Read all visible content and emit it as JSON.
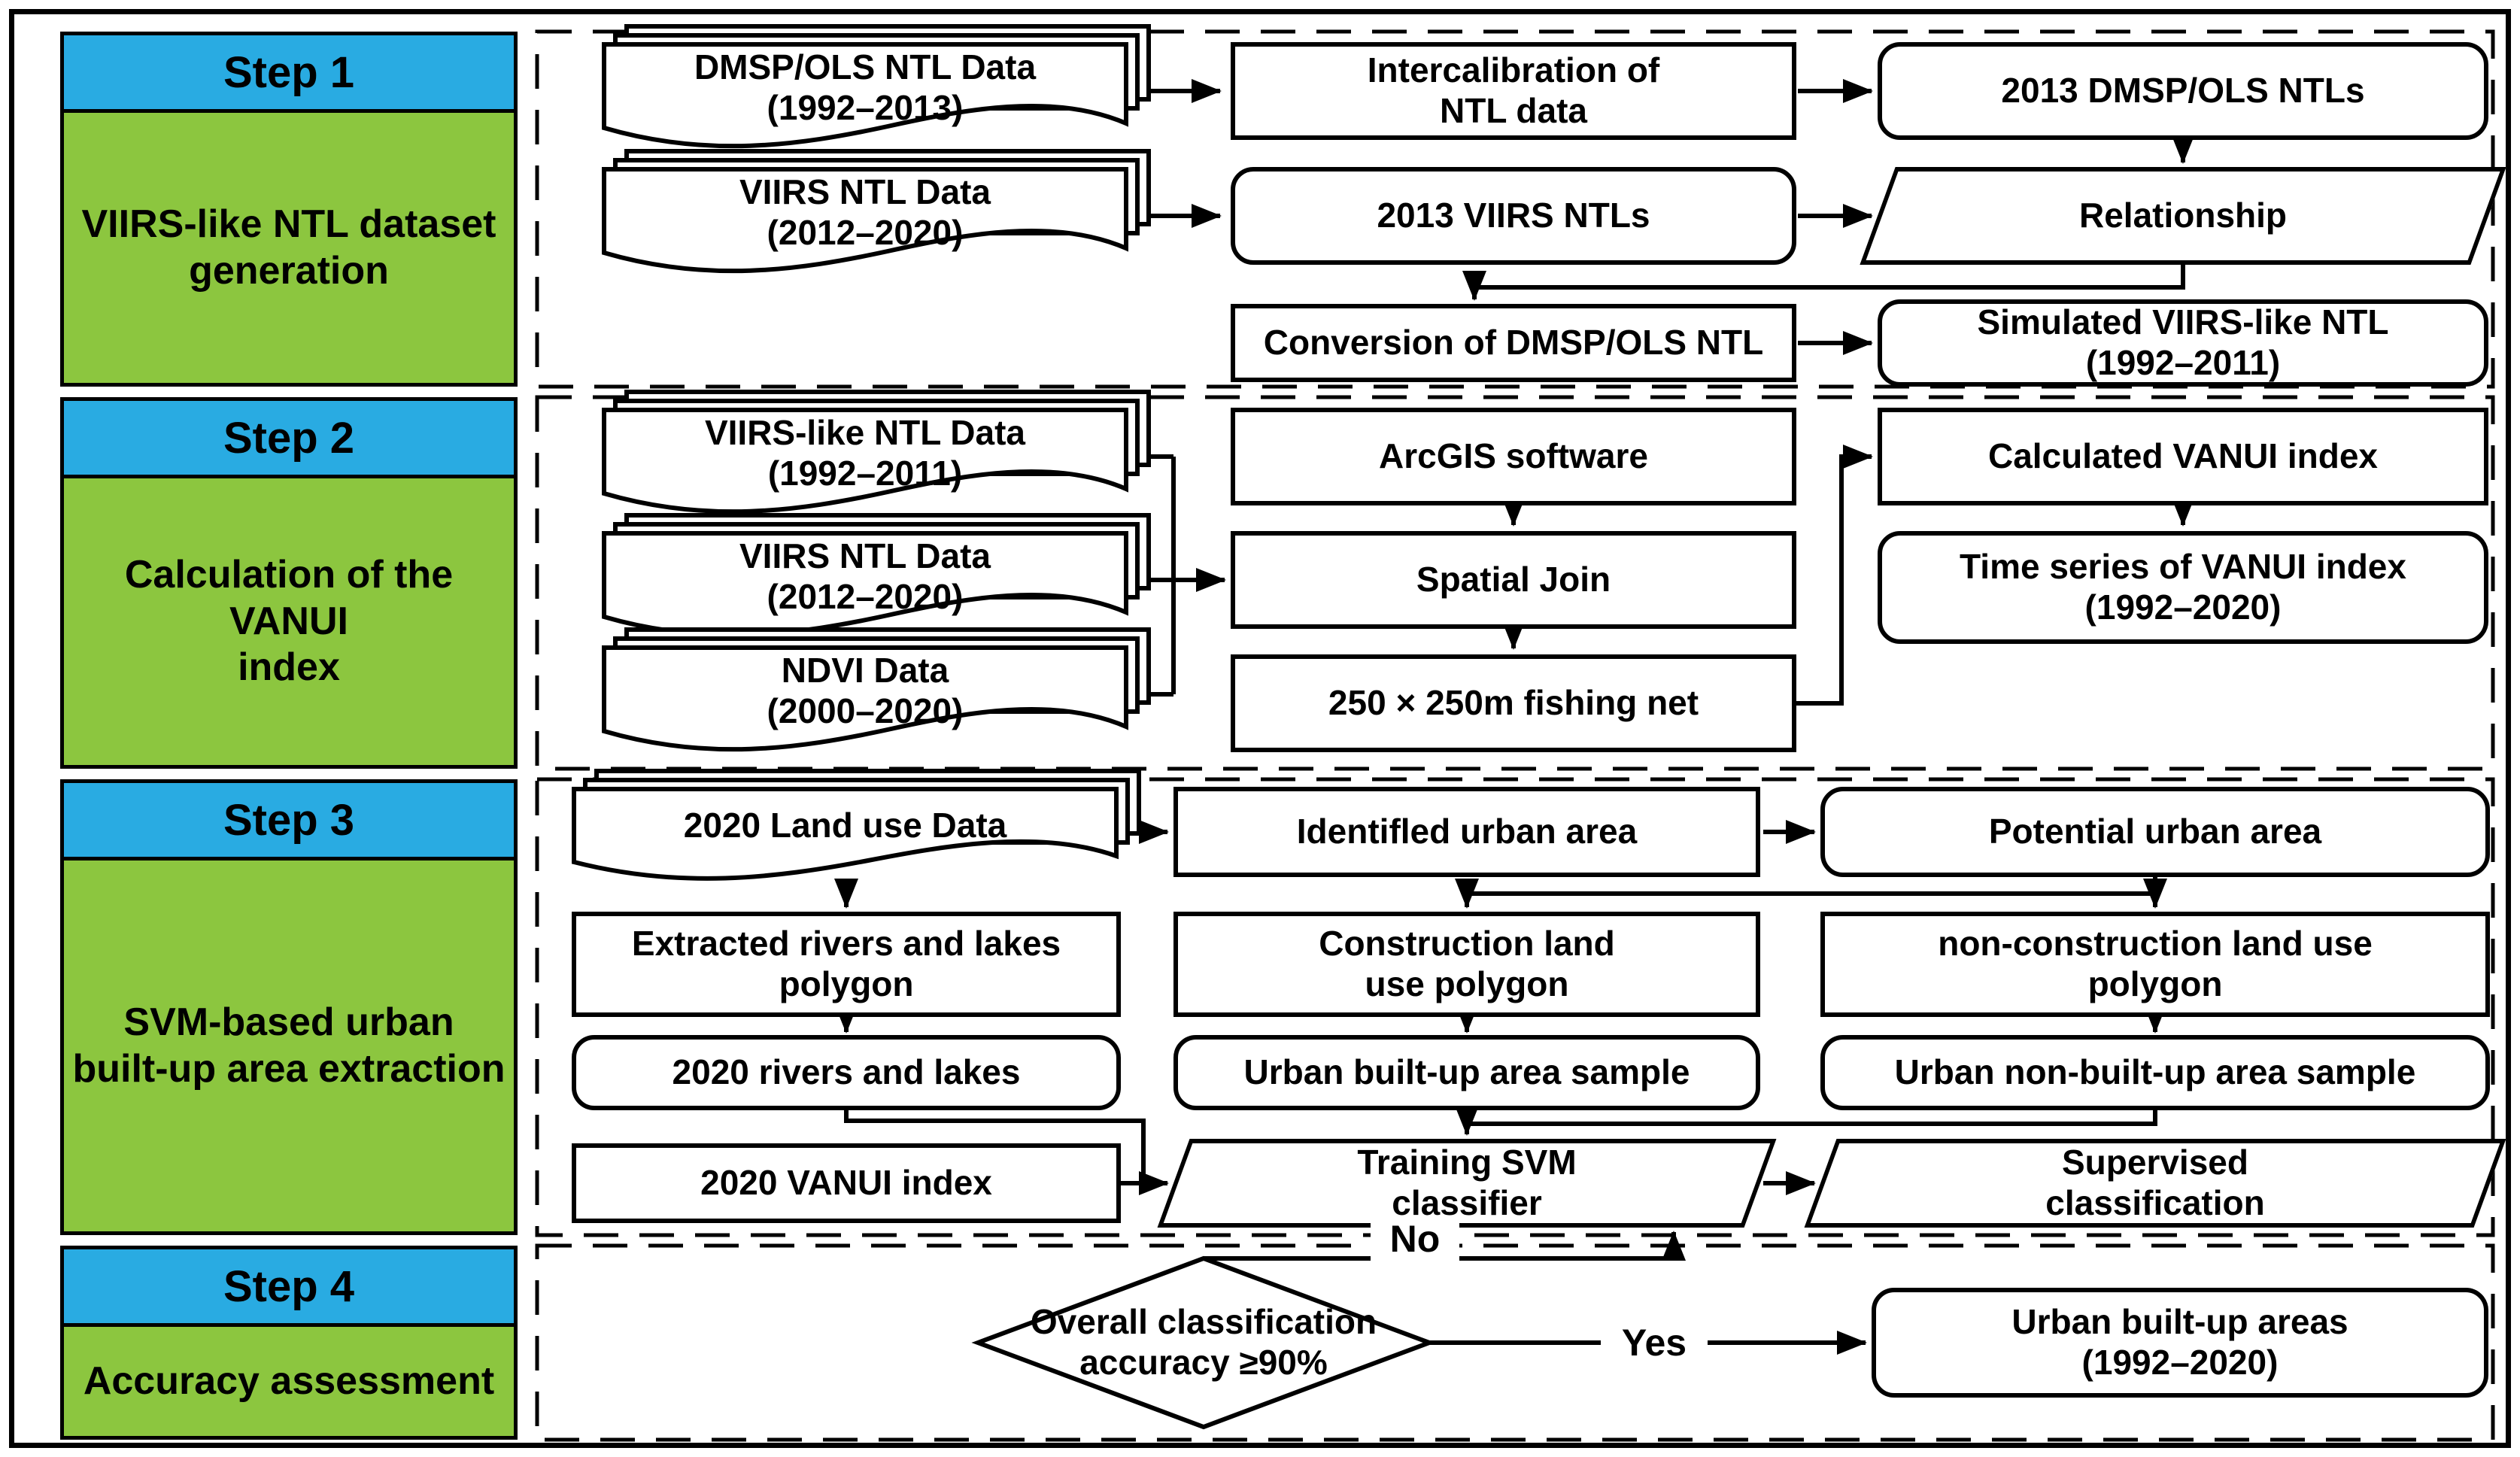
{
  "figure": {
    "type": "methodology-flowchart",
    "steps_count": "4"
  },
  "colors": {
    "step_header_blue": "#29ABE2",
    "step_body_green": "#8CC63F",
    "outline_black": "#000000",
    "node_fill_white": "#FFFFFF"
  },
  "sidebar": {
    "steps": [
      {
        "label": "Step 1",
        "caption": "VIIRS-like NTL dataset\ngeneration"
      },
      {
        "label": "Step 2",
        "caption": "Calculation of the VANUI\nindex"
      },
      {
        "label": "Step 3",
        "caption": "SVM-based urban\nbuilt-up area extraction"
      },
      {
        "label": "Step 4",
        "caption": "Accuracy assessment"
      }
    ]
  },
  "nodes": {
    "dmsp_data": {
      "text": "DMSP/OLS NTL Data\n(1992–2013)",
      "shape": "document-stack"
    },
    "intercalibration": {
      "text": "Intercalibration of\nNTL data",
      "shape": "rect"
    },
    "dmsp_2013": {
      "text": "2013 DMSP/OLS NTLs",
      "shape": "rounded"
    },
    "viirs_data": {
      "text": "VIIRS NTL Data\n(2012–2020)",
      "shape": "document-stack"
    },
    "viirs_2013": {
      "text": "2013 VIIRS NTLs",
      "shape": "rounded"
    },
    "relationship": {
      "text": "Relationship",
      "shape": "parallelogram"
    },
    "conversion": {
      "text": "Conversion of  DMSP/OLS NTL",
      "shape": "rect"
    },
    "simulated": {
      "text": "Simulated VIIRS-like NTL\n(1992–2011)",
      "shape": "rounded"
    },
    "viirs_like_data": {
      "text": "VIIRS-like NTL Data\n(1992–2011)",
      "shape": "document-stack"
    },
    "viirs_data2": {
      "text": "VIIRS NTL Data\n(2012–2020)",
      "shape": "document-stack"
    },
    "ndvi_data": {
      "text": "NDVI Data\n(2000–2020)",
      "shape": "document-stack"
    },
    "arcgis": {
      "text": "ArcGIS software",
      "shape": "rect"
    },
    "spatial_join": {
      "text": "Spatial Join",
      "shape": "rect"
    },
    "fishing_net": {
      "text": "250 × 250m fishing net",
      "shape": "rect"
    },
    "calculated_vanui": {
      "text": "Calculated VANUI index",
      "shape": "rect"
    },
    "time_series": {
      "text": "Time series of VANUI index\n(1992–2020)",
      "shape": "rounded"
    },
    "landuse_data": {
      "text": "2020 Land use Data",
      "shape": "document-stack"
    },
    "identified": {
      "text": "Identifled urban area",
      "shape": "rect"
    },
    "potential": {
      "text": "Potential urban area",
      "shape": "rounded"
    },
    "extracted": {
      "text": "Extracted rivers and lakes\npolygon",
      "shape": "rect"
    },
    "construction": {
      "text": "Construction land\nuse polygon",
      "shape": "rect"
    },
    "non_construction": {
      "text": "non-construction land use\npolygon",
      "shape": "rect"
    },
    "rivers_lakes": {
      "text": "2020 rivers and lakes",
      "shape": "rounded"
    },
    "builtup_sample": {
      "text": "Urban built-up area sample",
      "shape": "rounded"
    },
    "non_builtup_sample": {
      "text": "Urban non-built-up area sample",
      "shape": "rounded"
    },
    "vanui_2020": {
      "text": "2020 VANUI index",
      "shape": "rect"
    },
    "training_svm": {
      "text": "Training SVM\nclassifier",
      "shape": "parallelogram"
    },
    "supervised": {
      "text": "Supervised\nclassification",
      "shape": "parallelogram"
    },
    "decision": {
      "text": "Overall classification\naccuracy ≥90%",
      "shape": "diamond"
    },
    "urban_areas": {
      "text": "Urban built-up areas\n(1992–2020)",
      "shape": "rounded"
    }
  },
  "edges": {
    "no": "No",
    "yes": "Yes"
  }
}
